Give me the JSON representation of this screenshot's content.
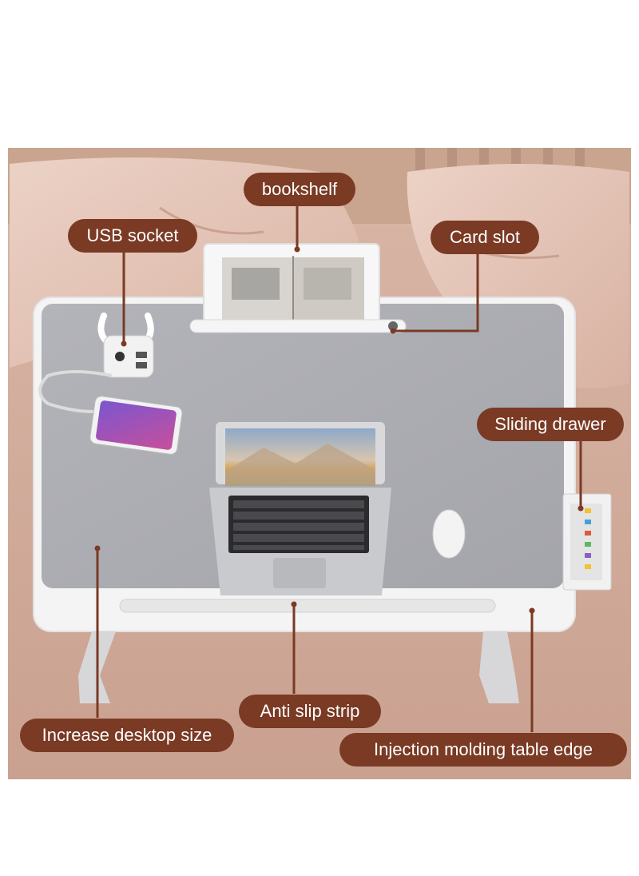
{
  "labels": {
    "bookshelf": "bookshelf",
    "usb_socket": "USB socket",
    "card_slot": "Card slot",
    "sliding_drawer": "Sliding drawer",
    "anti_slip_strip": "Anti slip strip",
    "increase_desktop_size": "Increase desktop size",
    "injection_molding_table_edge": "Injection molding table edge"
  },
  "colors": {
    "label_fill": "#7a3a24",
    "callout_line": "#7a3a24",
    "desktop_surface": "#a9aab0",
    "table_frame": "#f4f4f4",
    "bedding": "#d8b3a3",
    "pillow": "#e3c4b6",
    "headboard": "#c9a48f"
  },
  "icons": {
    "usb_socket": "usb-socket-icon",
    "phone": "smartphone-icon",
    "laptop": "laptop-icon",
    "mouse": "mouse-icon",
    "book": "open-book-icon",
    "drawer": "drawer-icon"
  }
}
